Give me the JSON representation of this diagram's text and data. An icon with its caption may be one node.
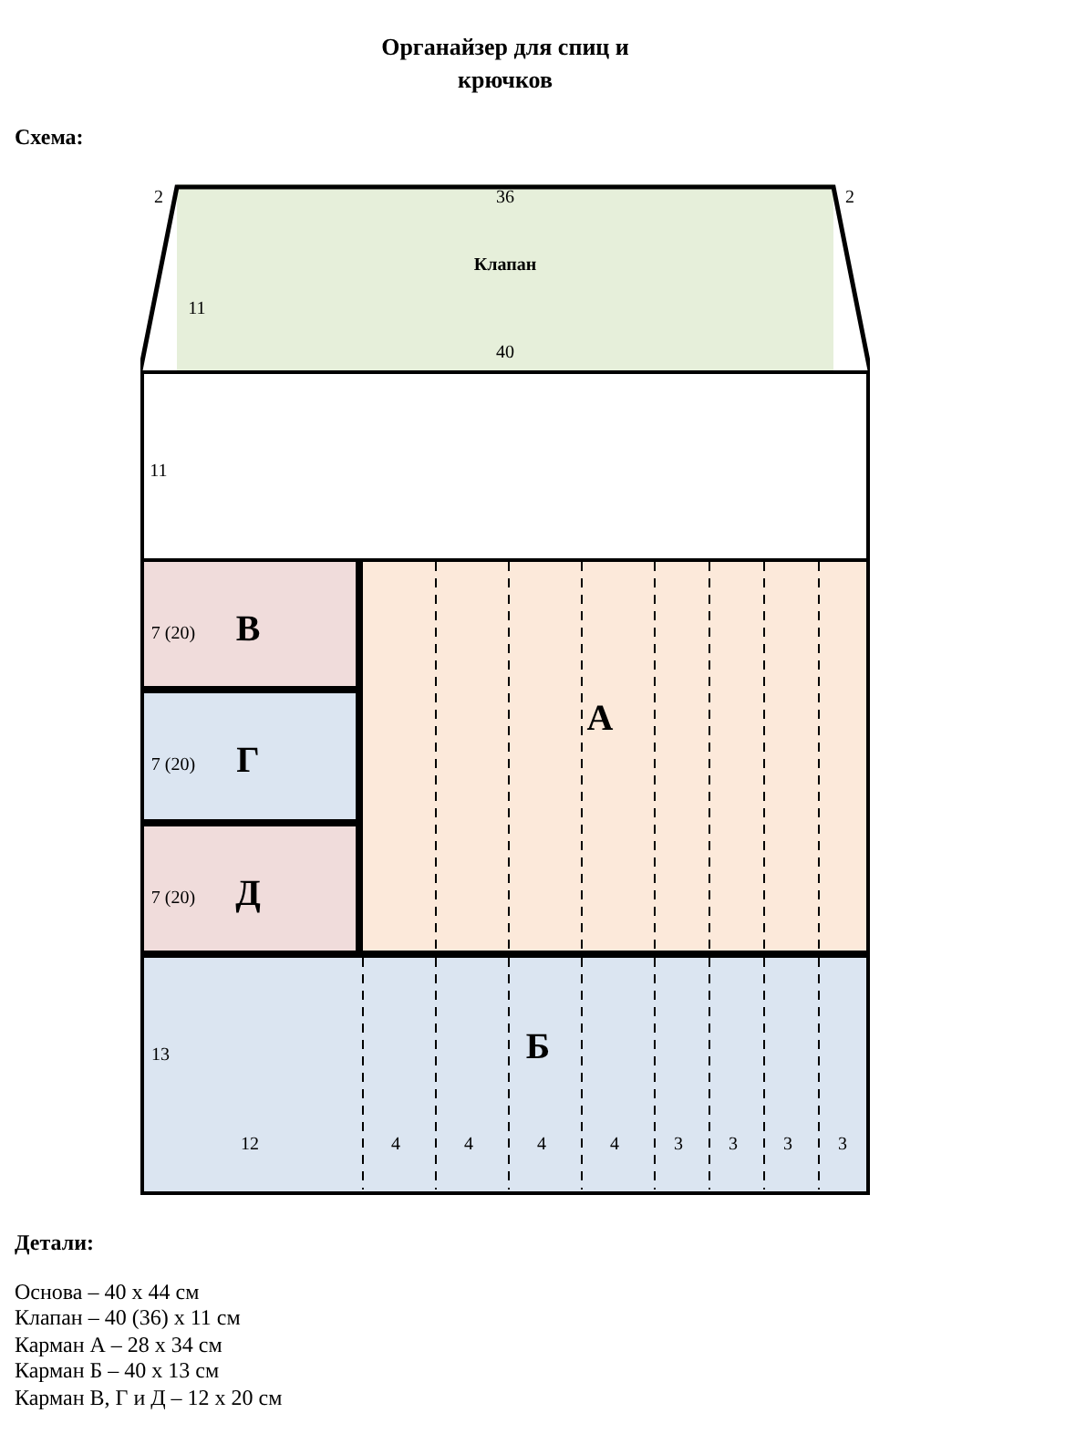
{
  "diagram": {
    "title": "Органайзер для спиц и крючков",
    "nodes": [
      {
        "text": [
          "Клапан"
        ]
      },
      {
        "text": [],
        "shape": "box"
      },
      {
        "text": [
          "В"
        ],
        "in": 1
      },
      {
        "text": [
          "Г"
        ],
        "in": 1
      },
      {
        "text": [
          "Д"
        ],
        "in": 1
      },
      {
        "text": [
          "А"
        ],
        "in": 1
      },
      {
        "text": [
          "Б"
        ],
        "in": 1
      }
    ],
    "labels": [
      "Схема:",
      "2",
      "36",
      "2",
      "11",
      "40",
      "11",
      "7 (20)",
      "7 (20)",
      "7 (20)",
      "13",
      "12",
      "4",
      "4",
      "4",
      "4",
      "3",
      "3",
      "3",
      "3",
      "Детали:",
      "Основа – 40 х 44 см",
      "Клапан – 40 (36) х 11 см",
      "Карман А – 28 х 34 см",
      "Карман Б – 40 х 13 см",
      "Карман В, Г и Д – 12 х 20 см"
    ]
  }
}
